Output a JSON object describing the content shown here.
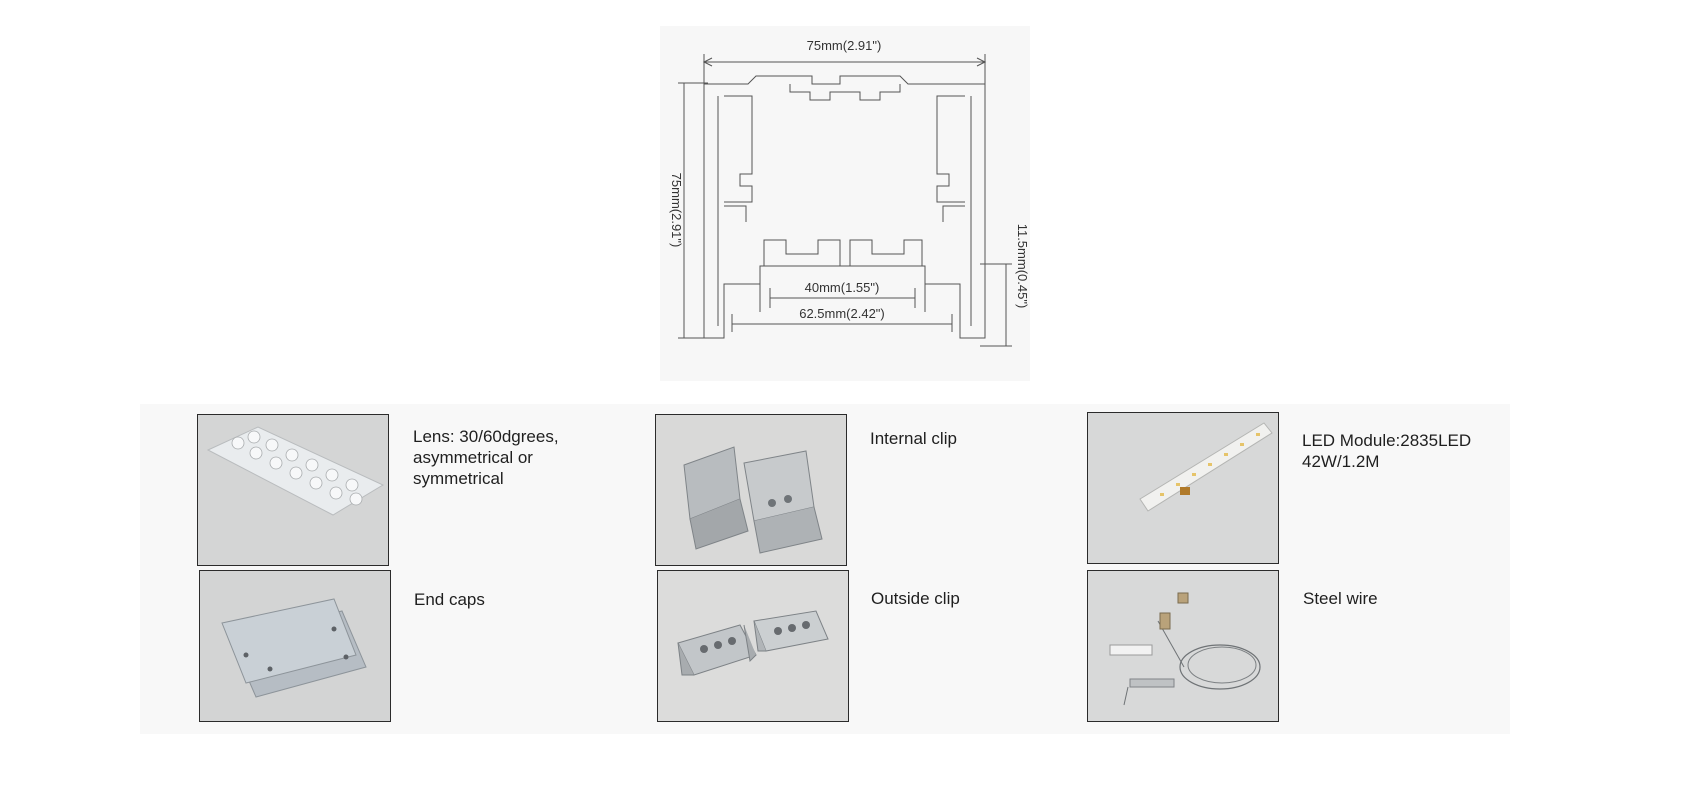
{
  "drawing": {
    "width_label": "75mm(2.91\")",
    "height_label": "75mm(2.91\")",
    "right_label": "11.5mm(0.45\")",
    "inner_label": "40mm(1.55\")",
    "bottom_label": "62.5mm(2.42\")"
  },
  "parts": [
    {
      "label": "Lens: 30/60dgrees,\nasymmetrical or\nsymmetrical",
      "icon": "lens-icon"
    },
    {
      "label": "Internal clip",
      "icon": "internal-clip-icon"
    },
    {
      "label": "LED Module:2835LED\n42W/1.2M",
      "icon": "led-module-icon"
    },
    {
      "label": "End caps",
      "icon": "end-cap-icon"
    },
    {
      "label": "Outside clip",
      "icon": "outside-clip-icon"
    },
    {
      "label": "Steel wire",
      "icon": "steel-wire-icon"
    }
  ]
}
